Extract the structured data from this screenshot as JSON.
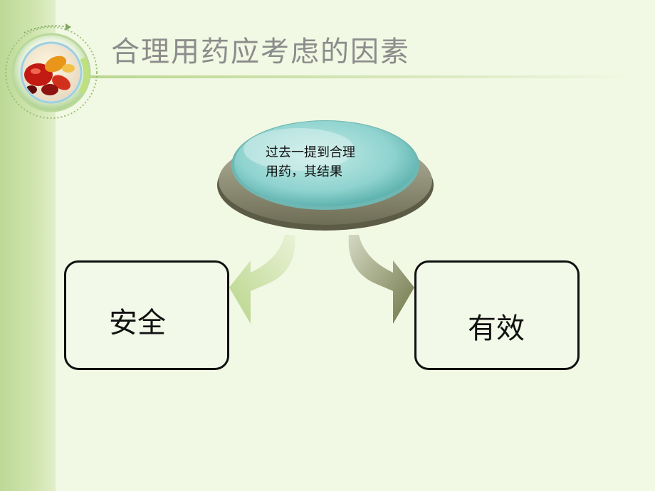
{
  "slide": {
    "title": "合理用药应考虑的因素"
  },
  "logo": {
    "icon": "capsules-pills-icon"
  },
  "hub": {
    "text": "过去一提到合理用药，其结果",
    "line1": "过去一提到合理",
    "line2": "用药，其结果"
  },
  "outcomes": [
    {
      "label": "安全"
    },
    {
      "label": "有效"
    }
  ],
  "colors": {
    "background": "#f1f8e3",
    "side_band": "#c4dd9f",
    "title_text": "#8c8c8c",
    "hub_top": "#8fd3cf",
    "hub_base": "#8a8a6e",
    "arrow_left": "#c7dc9a",
    "arrow_right": "#858c5c",
    "box_border": "#111111"
  }
}
